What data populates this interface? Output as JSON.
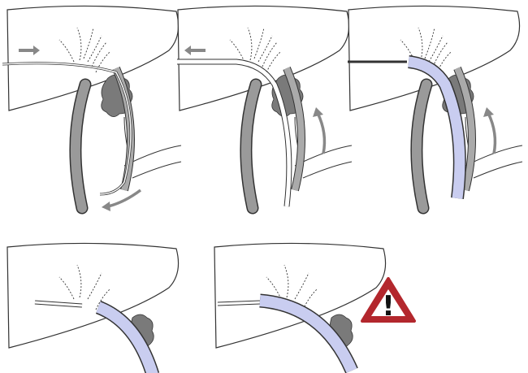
{
  "figure": {
    "panels": [
      {
        "id": "panel-1",
        "step": 1,
        "tube": "guidewire",
        "arrows": [
          "push-right",
          "curve-down-left"
        ]
      },
      {
        "id": "panel-2",
        "step": 2,
        "tube": "catheter",
        "arrows": [
          "pull-left",
          "curve-up"
        ]
      },
      {
        "id": "panel-3",
        "step": 3,
        "tube": "stent",
        "arrows": [
          "curve-up"
        ]
      },
      {
        "id": "panel-4",
        "step": 4,
        "tube": "stent-placed",
        "arrows": []
      },
      {
        "id": "panel-5",
        "step": 5,
        "tube": "stent-malposition",
        "arrows": []
      }
    ],
    "warning": {
      "symbol": "!"
    }
  },
  "colors": {
    "outline": "#333333",
    "tube_gray": "#8a8a8a",
    "stent": "#c9cdf0",
    "arrow": "#888888",
    "warning_red": "#b3272d"
  }
}
